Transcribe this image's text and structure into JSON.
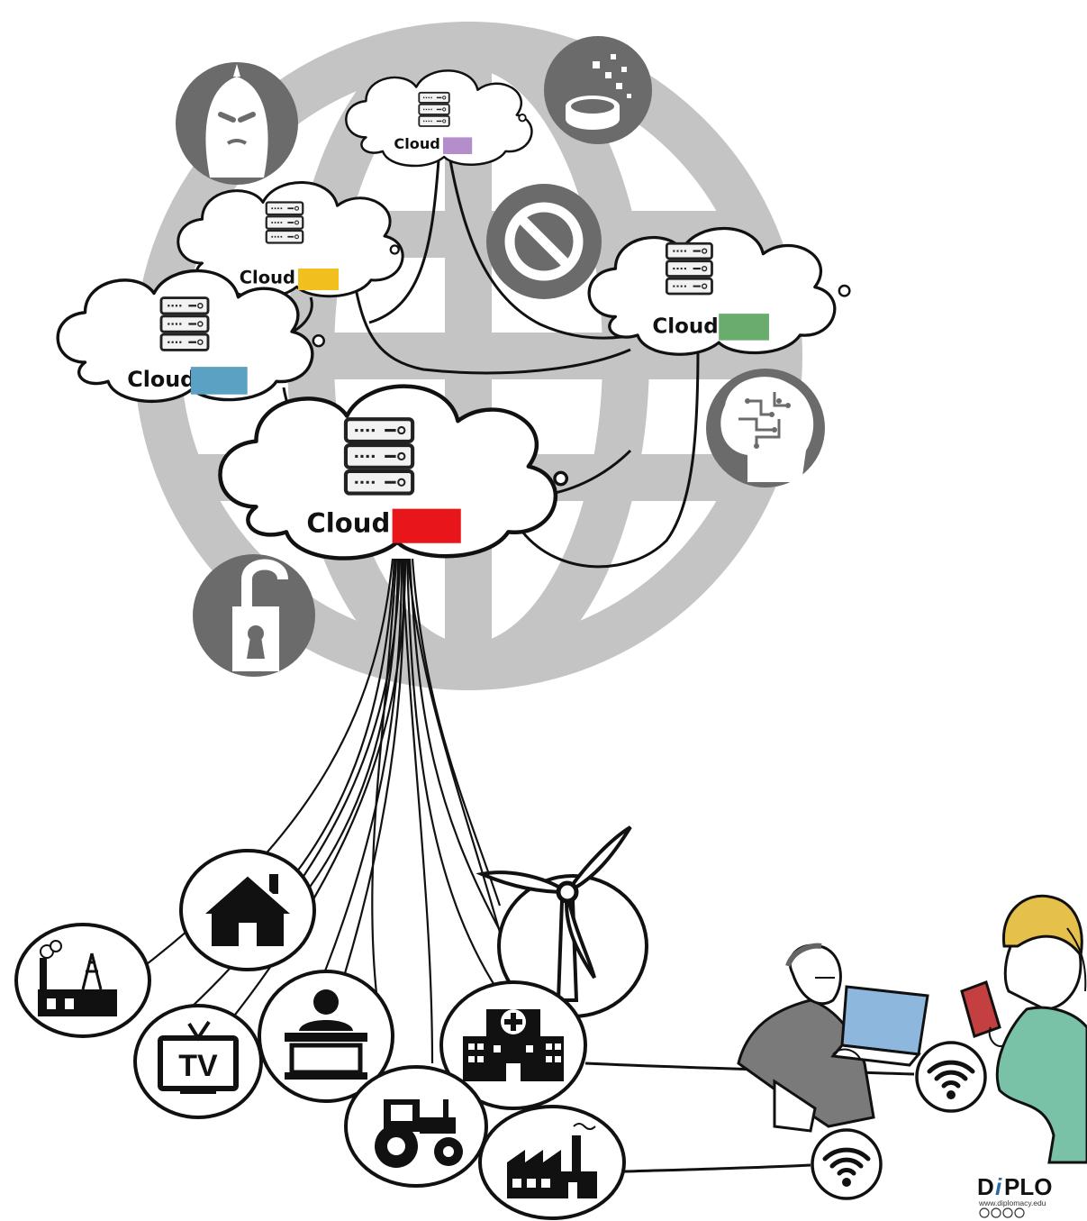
{
  "clouds": [
    {
      "id": "purple",
      "label": "Cloud",
      "color": "#b48ecb"
    },
    {
      "id": "yellow",
      "label": "Cloud",
      "color": "#f2c01e"
    },
    {
      "id": "blue",
      "label": "Cloud",
      "color": "#5ba1c4"
    },
    {
      "id": "green",
      "label": "Cloud",
      "color": "#6aac6e"
    },
    {
      "id": "red",
      "label": "Cloud",
      "color": "#e8161b"
    }
  ],
  "icons": {
    "hacker": "hacker-icon",
    "data_storage": "data-storage-icon",
    "blocked": "blocked-icon",
    "ai_brain": "ai-brain-icon",
    "padlock": "padlock-icon"
  },
  "devices": {
    "tv_label": "TV"
  },
  "logo": {
    "name_d": "D",
    "name_i": "i",
    "name_rest": "PLO",
    "url": "www.diplomacy.edu",
    "license": "cc by nc nd"
  },
  "colors": {
    "globe": "#c4c4c4",
    "icon_dark": "#6b6b6b",
    "line": "#111111",
    "laptop_screen": "#8db7dc",
    "person_jacket": "#7a7a7a",
    "person_dress": "#79c2a7",
    "person_hair": "#e5c04a",
    "book": "#c44040"
  }
}
